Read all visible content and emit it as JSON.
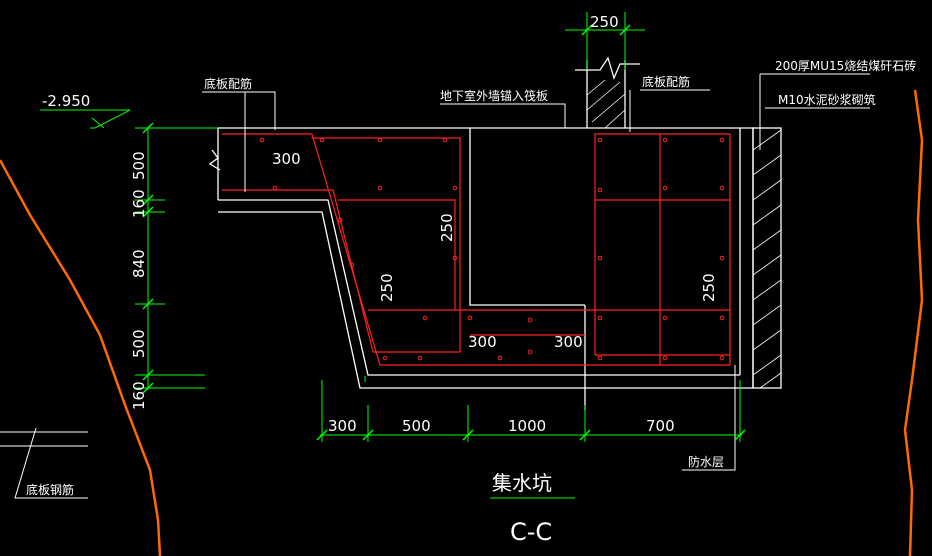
{
  "colors": {
    "background": "#000000",
    "outline": "#ffffff",
    "rebar": "#ff2020",
    "dimension": "#00ff00",
    "ground_line": "#ff6a00"
  },
  "labels": {
    "elevation": "-2.950",
    "bottom_rebar_left": "底板配筋",
    "wall_anchor": "地下室外墙锚入筏板",
    "bottom_rebar_right": "底板配筋",
    "masonry": "200厚MU15烧结煤矸石砖",
    "mortar": "M10水泥砂浆砌筑",
    "waterproof": "防水层",
    "slab_rebar": "底板钢筋",
    "title": "集水坑",
    "section": "C-C"
  },
  "dims": {
    "top_wall": "250",
    "horizontal": [
      "300",
      "500",
      "1000",
      "700"
    ],
    "vertical": [
      "500",
      "160",
      "840",
      "500",
      "160"
    ]
  },
  "rebar_labels": {
    "top_left": "300",
    "mid_vertical": "250",
    "slope_vertical": "250",
    "bottom_left": "300",
    "bottom_right": "300",
    "right_vertical": "250"
  }
}
